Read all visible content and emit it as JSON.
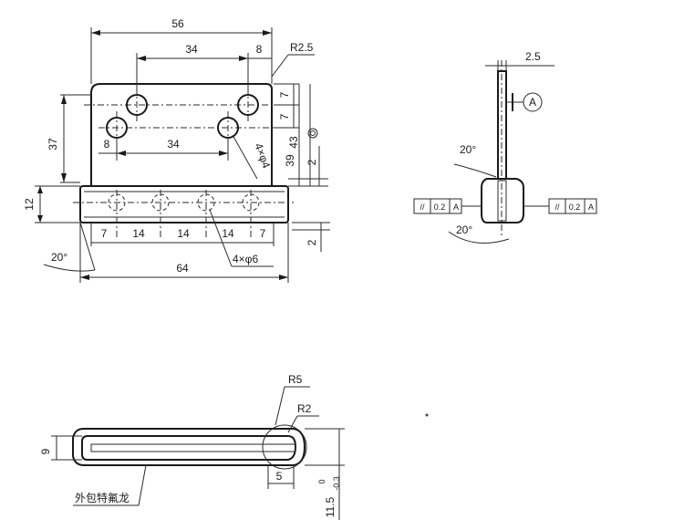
{
  "front_view": {
    "dim_width_overall": "56",
    "dim_hole_spacing_top": "34",
    "dim_offset_top": "8",
    "dim_corner_radius": "R2.5",
    "dim_hole_spacing_bottom": "34",
    "dim_offset_bottom": "8",
    "dim_height_37": "37",
    "dim_vert_7a": "7",
    "dim_vert_7b": "7",
    "dim_hole_note_upper": "4×φ4",
    "dim_39": "39",
    "dim_43": "43",
    "dim_2_upper": "2",
    "dim_12": "12",
    "dim_pitch_7_left": "7",
    "dim_pitch_14_a": "14",
    "dim_pitch_14_b": "14",
    "dim_pitch_14_c": "14",
    "dim_pitch_7_right": "7",
    "dim_hole_note_lower": "4×φ6",
    "dim_angle": "20°",
    "dim_64": "64",
    "dim_2_lower": "2"
  },
  "side_view": {
    "dim_thickness": "2.5",
    "datum_label": "A",
    "angle_upper": "20°",
    "angle_lower": "20°",
    "tol_left_symbol": "//",
    "tol_left_value": "0.2",
    "tol_left_datum": "A",
    "tol_right_symbol": "//",
    "tol_right_value": "0.2",
    "tol_right_datum": "A"
  },
  "bottom_view": {
    "dim_r5": "R5",
    "dim_r2": "R2",
    "dim_9": "9",
    "dim_5": "5",
    "dim_115": "11.5",
    "dim_115_tol_upper": "0",
    "dim_115_tol_lower": "-0.3",
    "note_coating": "外包特氟龙"
  }
}
